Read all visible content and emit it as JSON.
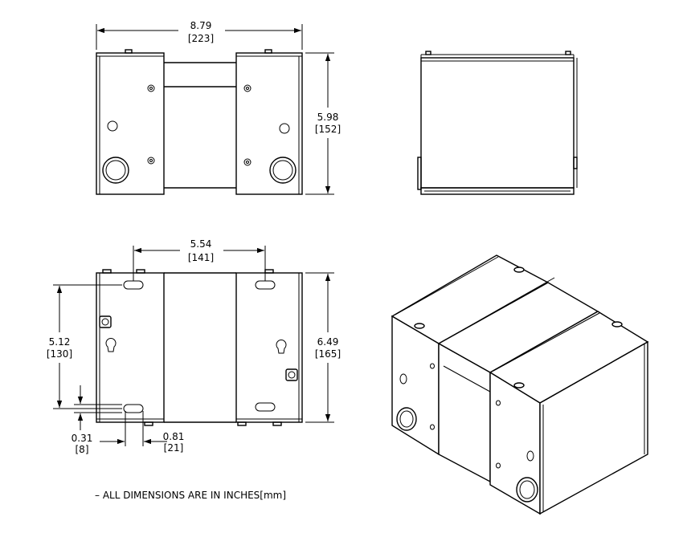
{
  "dimensions": {
    "front_width": {
      "inches": "8.79",
      "mm": "[223]"
    },
    "front_height": {
      "inches": "5.98",
      "mm": "[152]"
    },
    "back_slot_span": {
      "inches": "5.54",
      "mm": "[141]"
    },
    "back_height": {
      "inches": "6.49",
      "mm": "[165]"
    },
    "back_slot_vert": {
      "inches": "5.12",
      "mm": "[130]"
    },
    "slot_offset": {
      "inches": "0.31",
      "mm": "[8]"
    },
    "slot_width": {
      "inches": "0.81",
      "mm": "[21]"
    }
  },
  "note": "– ALL DIMENSIONS ARE IN INCHES[mm]"
}
